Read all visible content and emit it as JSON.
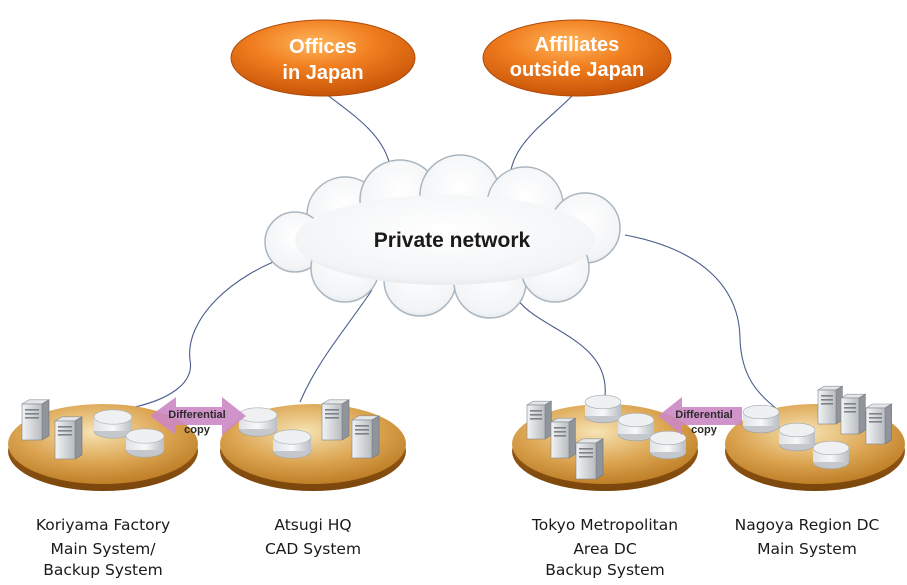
{
  "nodes": {
    "offices": {
      "line1": "Offices",
      "line2": "in Japan"
    },
    "affiliates": {
      "line1": "Affiliates",
      "line2": "outside Japan"
    },
    "cloud": {
      "label": "Private network"
    }
  },
  "arrows": {
    "left": {
      "line1": "Differential",
      "line2": "copy"
    },
    "right": {
      "line1": "Differential",
      "line2": "copy"
    }
  },
  "sites": [
    {
      "name": "Koriyama Factory",
      "system_line1": "Main System/",
      "system_line2": "Backup System"
    },
    {
      "name": "Atsugi HQ",
      "system_line1": "CAD System",
      "system_line2": ""
    },
    {
      "name": "Tokyo Metropolitan",
      "system_line1": "Area DC",
      "system_line2": "Backup System"
    },
    {
      "name": "Nagoya Region DC",
      "system_line1": "Main System",
      "system_line2": ""
    }
  ],
  "colors": {
    "pill": "#e8731a",
    "platform": "#c98a2e",
    "arrow": "#cc88c4",
    "link": "#4a5c8c",
    "cloud_outline": "#aab6bf"
  }
}
